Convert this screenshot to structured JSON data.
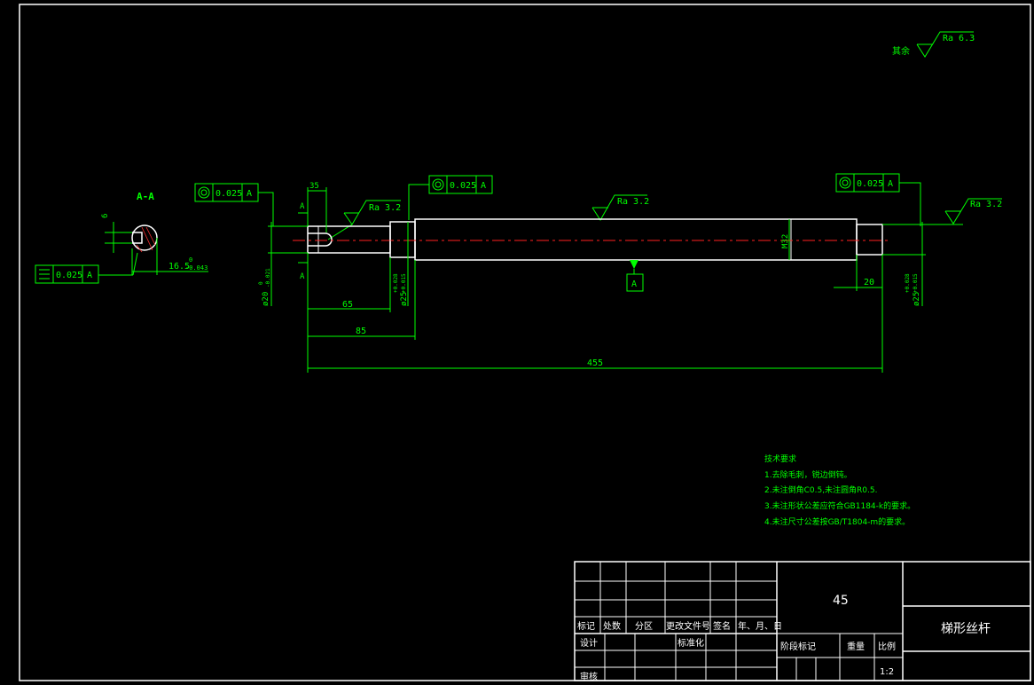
{
  "section": {
    "label": "A-A",
    "key_width": "6",
    "depth": "16.5",
    "depth_tol_upper": "0",
    "depth_tol_lower": "-0.043"
  },
  "gdt": {
    "sym_tol": "0.025",
    "sym_datum": "A",
    "runout1": "0.025",
    "runout1_datum": "A",
    "runout2": "0.025",
    "runout2_datum": "A",
    "runout3": "0.025",
    "runout3_datum": "A",
    "datum_label": "A"
  },
  "roughness": {
    "overall": "Ra 6.3",
    "other_label": "其余",
    "left": "Ra 3.2",
    "middle": "Ra 3.2",
    "right": "Ra 3.2"
  },
  "dims": {
    "d35": "35",
    "d65": "65",
    "d85": "85",
    "d455": "455",
    "d20": "20",
    "left_dia": "ø20",
    "left_dia_tol_upper": "0",
    "left_dia_tol_lower": "-0.021",
    "journal_dia_left": "ø25",
    "journal_tol_left_upper": "+0.028",
    "journal_tol_left_lower": "+0.015",
    "journal_dia_right": "ø25",
    "journal_tol_right_upper": "+0.028",
    "journal_tol_right_lower": "+0.015",
    "thread": "M32",
    "section_mark": "A"
  },
  "notes": {
    "title": "技术要求",
    "lines": [
      "1.去除毛刺，锐边倒钝。",
      "2.未注倒角C0.5,未注圆角R0.5.",
      "3.未注形状公差应符合GB1184-k的要求。",
      "4.未注尺寸公差按GB/T1804-m的要求。"
    ]
  },
  "title_block": {
    "material": "45",
    "part_name": "梯形丝杆",
    "headers": [
      "标记",
      "处数",
      "分区",
      "更改文件号",
      "签名",
      "年、月、日"
    ],
    "design": "设计",
    "standard": "标准化",
    "review": "审核",
    "stage_mark": "阶段标记",
    "weight": "重量",
    "scale_label": "比例",
    "scale_value": "1:2"
  }
}
